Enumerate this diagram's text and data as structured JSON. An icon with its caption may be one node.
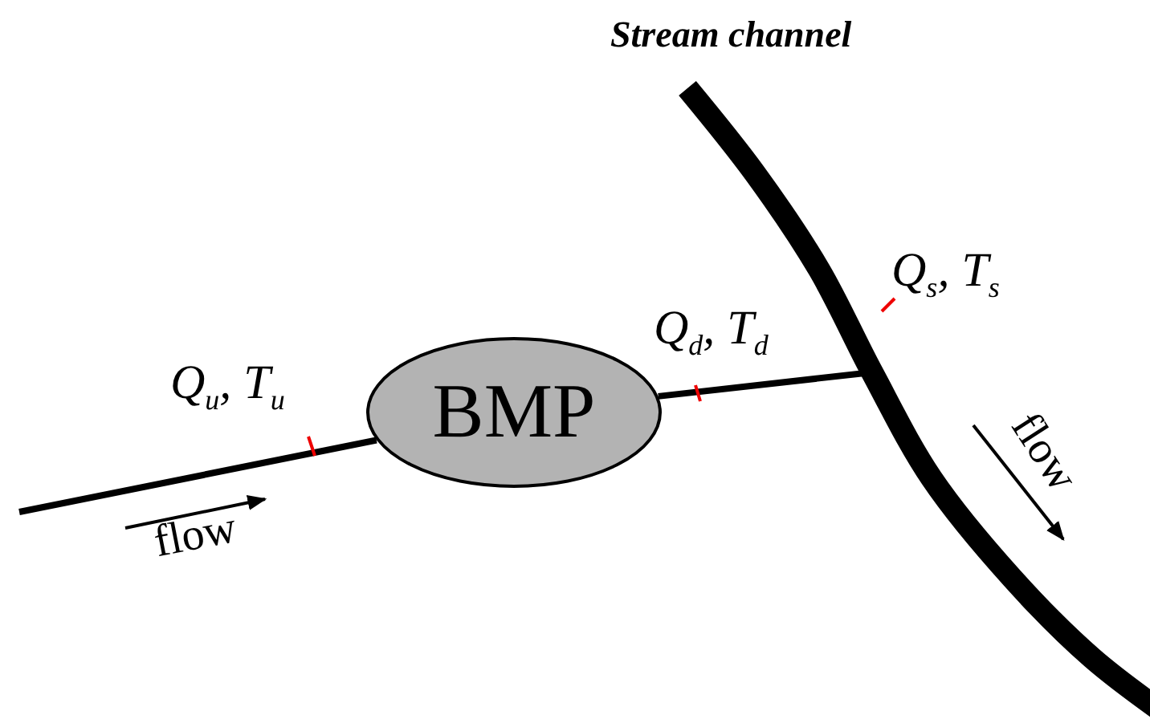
{
  "diagram": {
    "nodes": [
      {
        "text": [
          "BMP"
        ]
      },
      {
        "text": [
          "Stream channel"
        ]
      }
    ],
    "edges": [
      {
        "from": null,
        "to": 0,
        "arrow": "none"
      },
      {
        "from": 0,
        "to": 1,
        "arrow": "none"
      }
    ],
    "labels": [
      "Q$_{u}$, T$_{u}$",
      "Q$_{d}$, T$_{d}$",
      "Q$_{s}$, T$_{s}$",
      "flow",
      "flow"
    ]
  }
}
